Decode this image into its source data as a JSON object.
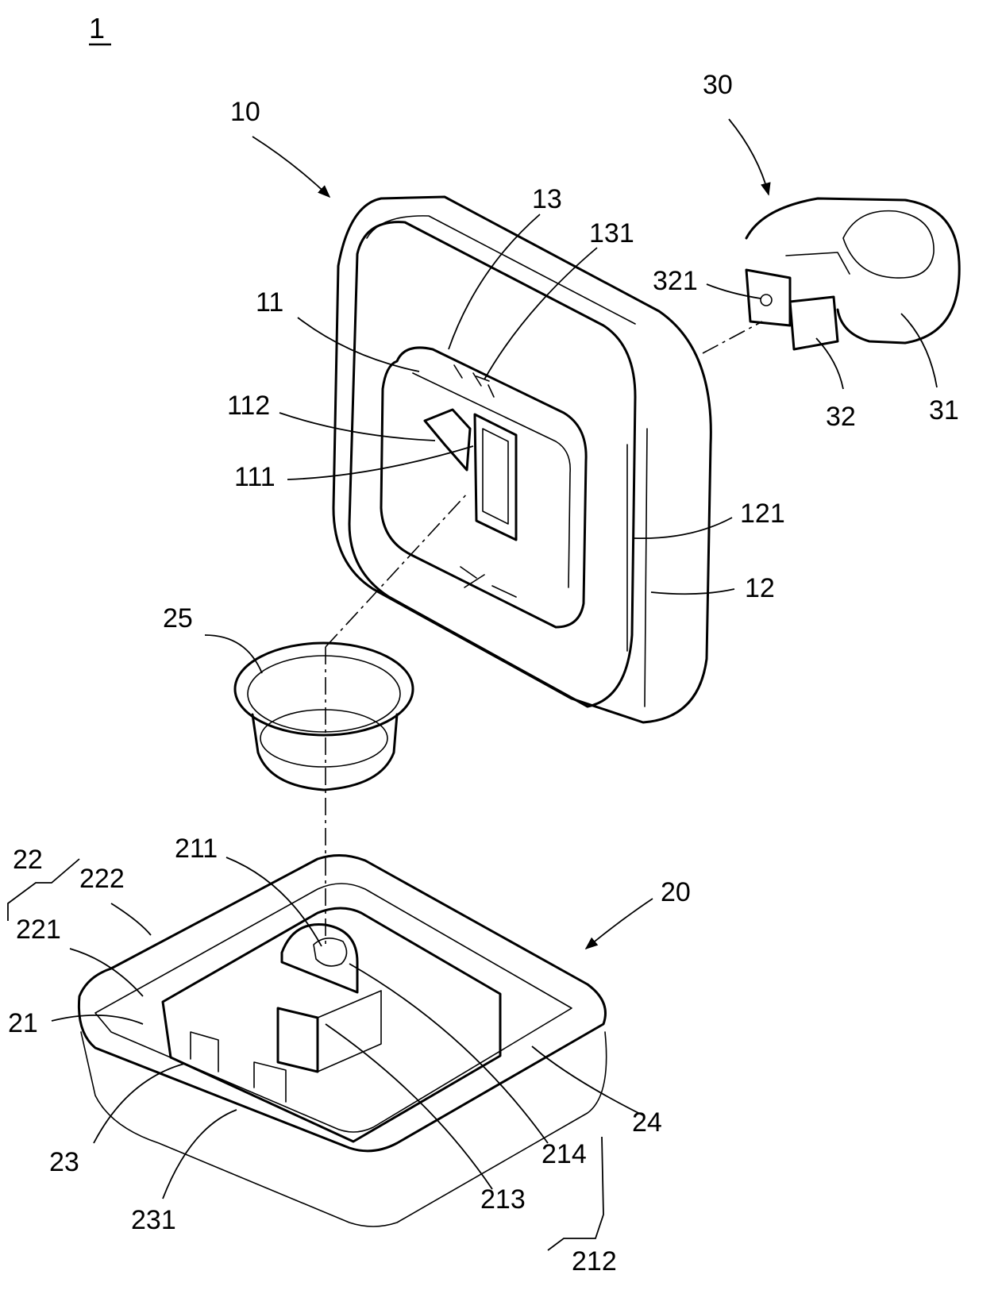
{
  "figure": {
    "label": "1",
    "colors": {
      "ink": "#000000",
      "paper": "#ffffff"
    }
  },
  "references": {
    "r10": "10",
    "r11": "11",
    "r111": "111",
    "r112": "112",
    "r12": "12",
    "r121": "121",
    "r13": "13",
    "r131": "131",
    "r20": "20",
    "r21": "21",
    "r211": "211",
    "r212": "212",
    "r213": "213",
    "r214": "214",
    "r22": "22",
    "r221": "221",
    "r222": "222",
    "r23": "23",
    "r231": "231",
    "r24": "24",
    "r25": "25",
    "r30": "30",
    "r31": "31",
    "r32": "32",
    "r321": "321"
  }
}
